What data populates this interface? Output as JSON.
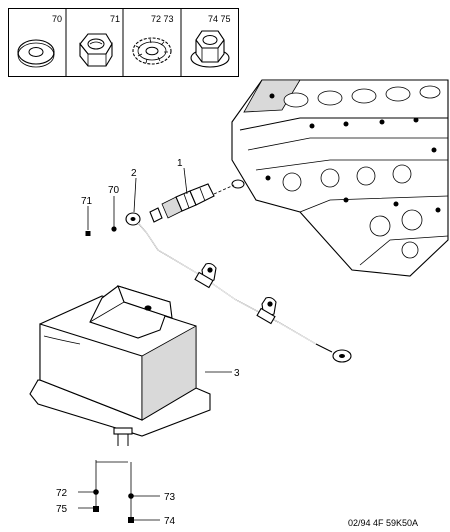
{
  "legend_boxes": [
    {
      "label": "70",
      "icon": "flat-washer-icon"
    },
    {
      "label": "71",
      "icon": "hex-nut-icon"
    },
    {
      "label": "72 73",
      "icon": "serrated-washer-icon"
    },
    {
      "label": "74 75",
      "icon": "flanged-nut-icon"
    }
  ],
  "callouts": {
    "c1": "1",
    "c2": "2",
    "c3": "3",
    "c70": "70",
    "c71": "71",
    "c72": "72",
    "c73": "73",
    "c74": "74",
    "c75": "75"
  },
  "footer_ref": "02/94 4F 59K50A"
}
